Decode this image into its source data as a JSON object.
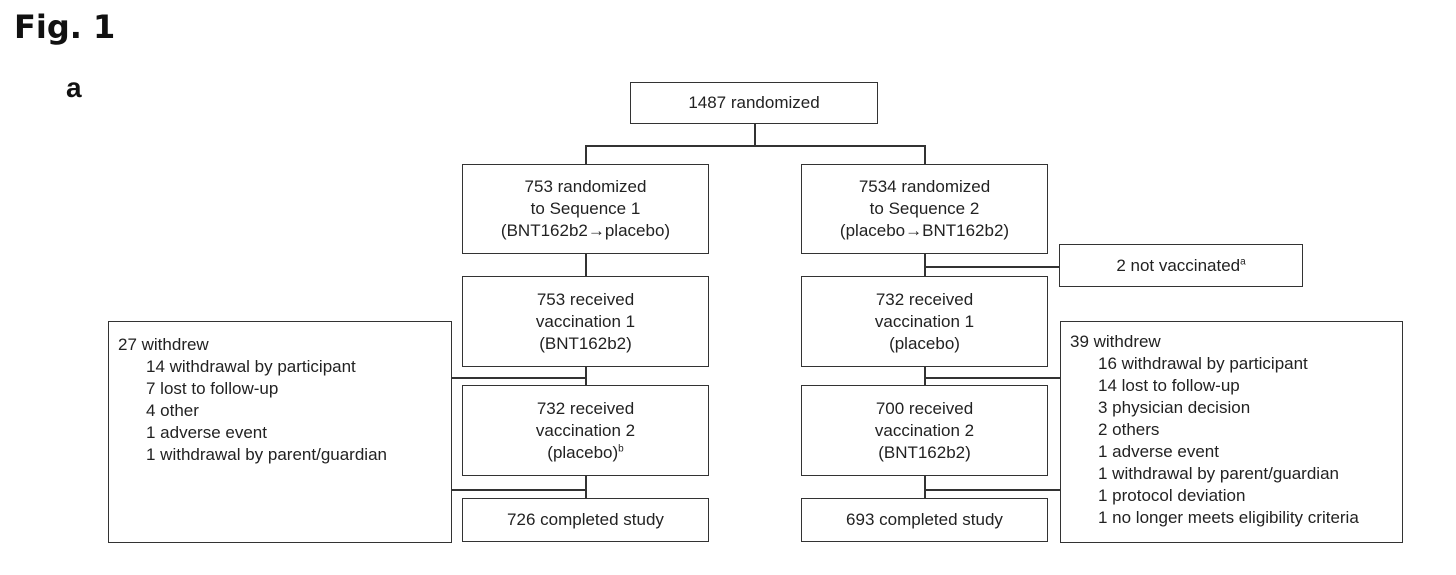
{
  "figure": {
    "title": "Fig. 1",
    "panel": "a"
  },
  "top": {
    "line1": "1487 randomized"
  },
  "seq1": {
    "randomized": [
      "753 randomized",
      "to Sequence 1",
      "(BNT162b2→placebo)"
    ],
    "vacc1": [
      "753 received",
      "vaccination 1",
      "(BNT162b2)"
    ],
    "vacc2": [
      "732 received",
      "vaccination 2",
      "(placebo)"
    ],
    "vacc2_footnote": "b",
    "completed": "726 completed study",
    "withdrew": {
      "header": "27 withdrew",
      "reasons": [
        "14 withdrawal by participant",
        "7 lost to follow-up",
        "4 other",
        "1 adverse event",
        "1 withdrawal by parent/guardian"
      ]
    }
  },
  "seq2": {
    "randomized": [
      "7534 randomized",
      "to Sequence 2",
      "(placebo→BNT162b2)"
    ],
    "not_vaccinated": "2 not vaccinated",
    "not_vaccinated_footnote": "a",
    "vacc1": [
      "732 received",
      "vaccination 1",
      "(placebo)"
    ],
    "vacc2": [
      "700 received",
      "vaccination 2",
      "(BNT162b2)"
    ],
    "completed": "693 completed study",
    "withdrew": {
      "header": "39 withdrew",
      "reasons": [
        "16 withdrawal by participant",
        "14 lost to follow-up",
        "3 physician decision",
        "2 others",
        "1 adverse event",
        "1 withdrawal by parent/guardian",
        "1 protocol deviation",
        "1 no longer meets eligibility criteria"
      ]
    }
  }
}
